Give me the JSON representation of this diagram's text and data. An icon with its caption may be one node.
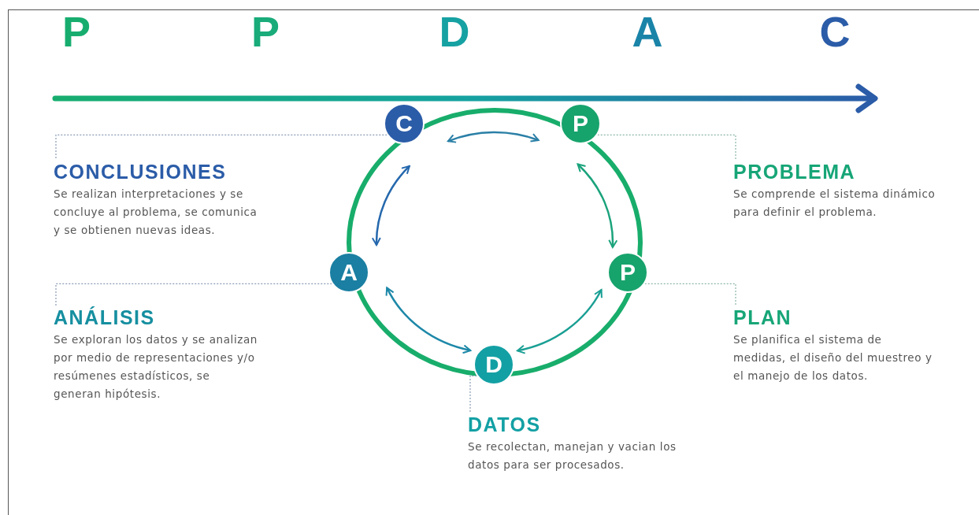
{
  "diagram": {
    "nodes": [
      {
        "text": [
          "C"
        ]
      },
      {
        "text": [
          "P"
        ]
      },
      {
        "text": [
          "CONCLUSIONES",
          "Se realizan interpretaciones y se concluye al problema, se comunica y se obtienen nuevas ideas."
        ]
      },
      {
        "text": [
          "PROBLEMA",
          "Se comprende el sistema dinámico para definir el problema."
        ]
      },
      {
        "text": [
          "A"
        ]
      },
      {
        "text": [
          "P"
        ]
      },
      {
        "text": [
          "ANÁLISIS",
          "Se exploran los datos y se analizan por medio de representaciones y/o resúmenes estadísticos, se generan hipótesis."
        ]
      },
      {
        "text": [
          "PLAN",
          "Se planifica el sistema de medidas, el diseño del muestreo y el manejo de los datos."
        ]
      },
      {
        "text": [
          "D"
        ]
      },
      {
        "text": [
          "DATOS",
          "Se recolectan, manejan y vacian los datos para ser procesados."
        ]
      }
    ],
    "edges": [
      {
        "from": 0,
        "to": 1,
        "arrow": "both",
        "color": "#2a7fa6"
      },
      {
        "from": 1,
        "to": 5,
        "arrow": "both",
        "color": "#1ba37c"
      },
      {
        "from": 5,
        "to": 8,
        "arrow": "both",
        "color": "#1a9f94"
      },
      {
        "from": 8,
        "to": 4,
        "arrow": "both",
        "color": "#1d88a8"
      },
      {
        "from": 4,
        "to": 0,
        "arrow": "both",
        "color": "#2568ad"
      },
      {
        "from": 0,
        "to": 2,
        "arrow": "none",
        "style": "dashed",
        "color": "#8a9bb5"
      },
      {
        "from": 1,
        "to": 3,
        "arrow": "none",
        "style": "dashed",
        "color": "#8ab5a5"
      },
      {
        "from": 4,
        "to": 6,
        "arrow": "none",
        "style": "dashed",
        "color": "#8a9bb5"
      },
      {
        "from": 5,
        "to": 7,
        "arrow": "none",
        "style": "dashed",
        "color": "#8ab5a5"
      },
      {
        "from": 8,
        "to": 9,
        "arrow": "none",
        "style": "dashed",
        "color": "#8a9bb5"
      }
    ],
    "labels": [
      "P",
      "P",
      "D",
      "A",
      "C"
    ]
  }
}
